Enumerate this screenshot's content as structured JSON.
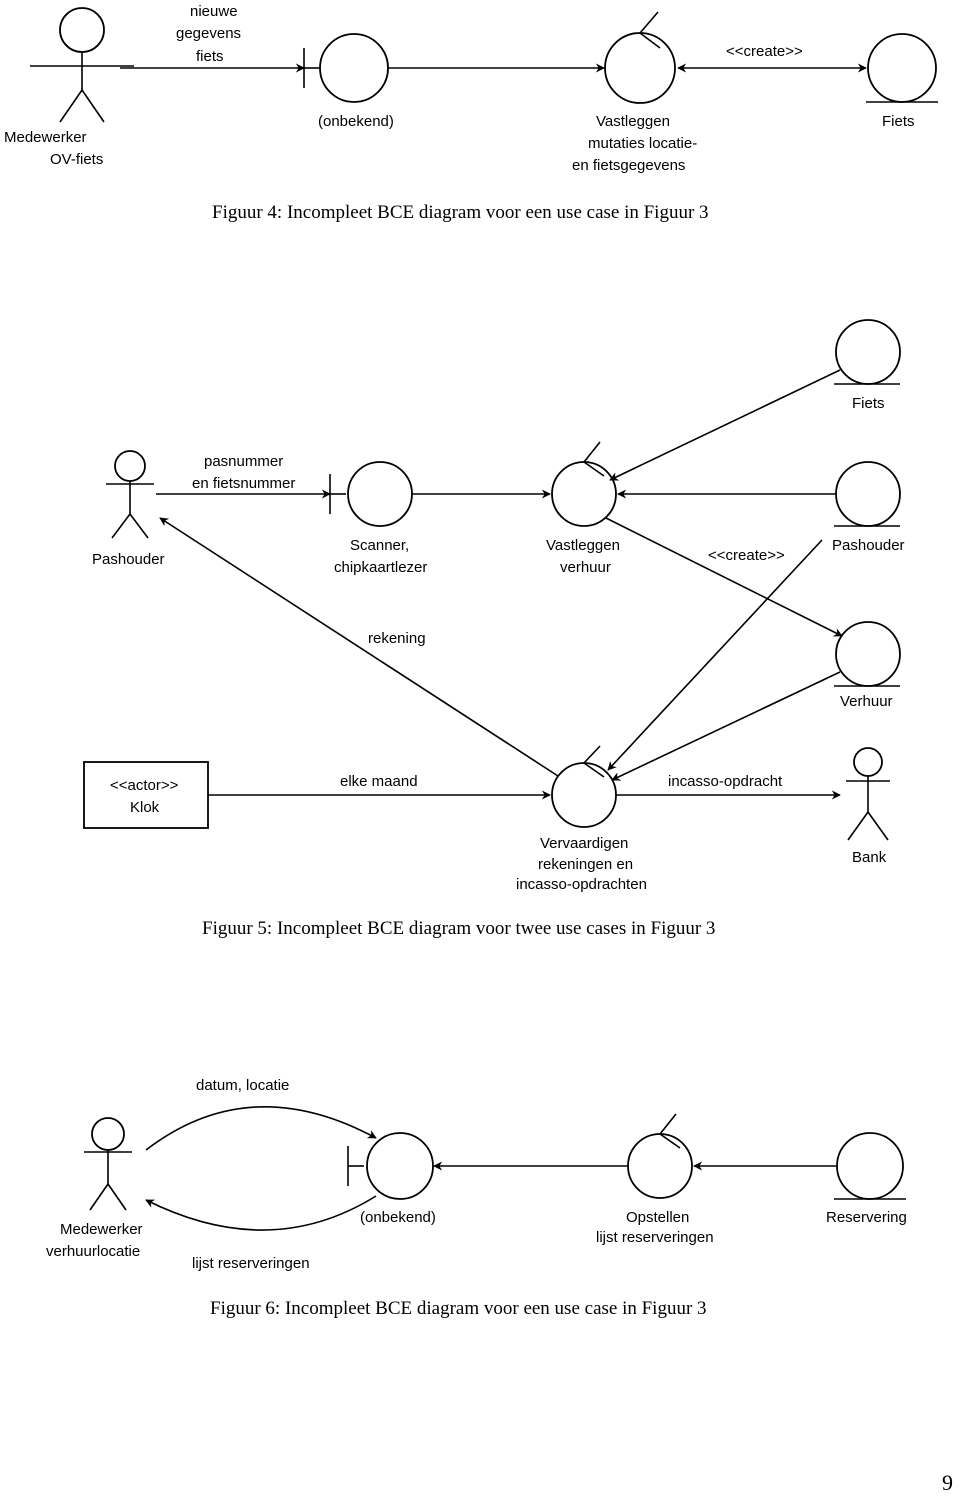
{
  "fig4": {
    "label_nieuwe": "nieuwe",
    "label_gegevens": "gegevens",
    "label_fiets": "fiets",
    "actor_line1": "Medewerker",
    "actor_line2": "OV-fiets",
    "boundary": "(onbekend)",
    "control_line1": "Vastleggen",
    "control_line2": "mutaties locatie-",
    "control_line3": "en fietsgegevens",
    "create": "<<create>>",
    "entity": "Fiets",
    "caption": "Figuur 4: Incompleet BCE diagram voor een use case in Figuur 3"
  },
  "fig5": {
    "msg_line1": "pasnummer",
    "msg_line2": "en fietsnummer",
    "actor": "Pashouder",
    "boundary_line1": "Scanner,",
    "boundary_line2": "chipkaartlezer",
    "control_line1": "Vastleggen",
    "control_line2": "verhuur",
    "create": "<<create>>",
    "entity_fiets": "Fiets",
    "entity_pashouder": "Pashouder",
    "entity_verhuur": "Verhuur",
    "rekening": "rekening",
    "klok_line1": "<<actor>>",
    "klok_line2": "Klok",
    "elke_maand": "elke maand",
    "incasso": "incasso-opdracht",
    "control2_line1": "Vervaardigen",
    "control2_line2": "rekeningen en",
    "control2_line3": "incasso-opdrachten",
    "bank": "Bank",
    "caption": "Figuur 5: Incompleet BCE diagram voor twee use cases in Figuur 3"
  },
  "fig6": {
    "msg_top": "datum, locatie",
    "actor_line1": "Medewerker",
    "actor_line2": "verhuurlocatie",
    "msg_bottom": "lijst reserveringen",
    "boundary": "(onbekend)",
    "control_line1": "Opstellen",
    "control_line2": "lijst reserveringen",
    "entity": "Reservering",
    "caption": "Figuur 6: Incompleet BCE diagram voor een use case in Figuur 3"
  },
  "page_number": "9"
}
